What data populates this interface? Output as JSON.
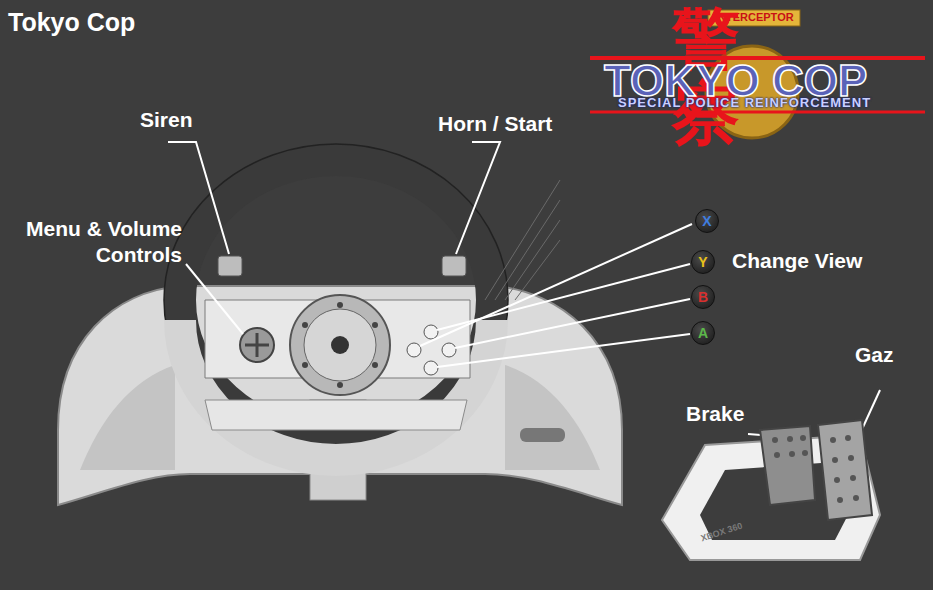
{
  "diagram": {
    "title": "Tokyo Cop",
    "nodes": [
      {
        "text": [
          "X"
        ]
      },
      {
        "text": [
          "Y"
        ]
      },
      {
        "text": [
          "B"
        ]
      },
      {
        "text": [
          "A"
        ]
      }
    ],
    "labels": [
      "Siren",
      "Horn / Start",
      "Menu & Volume Controls",
      "Change View",
      "Brake",
      "Gaz",
      "INTERCEPTOR",
      "警察",
      "TOKYO COP",
      "SPECIAL POLICE REINFORCEMENT",
      "XBOX 360"
    ]
  }
}
